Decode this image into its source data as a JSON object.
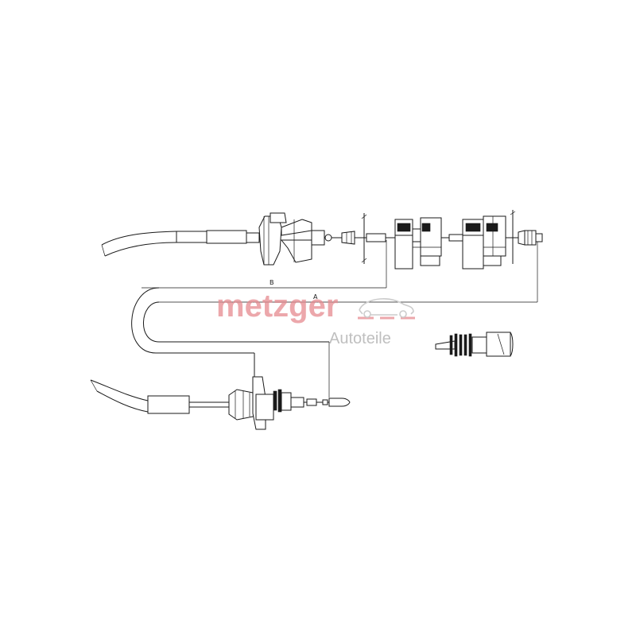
{
  "diagram": {
    "dimension_labels": {
      "a": "A",
      "b": "B"
    }
  },
  "watermark": {
    "brand": "metzger",
    "subtitle": "Autoteile",
    "brand_color": "#e58a8f",
    "subtitle_color": "#b8b8b8",
    "icon": "car-outline-icon"
  }
}
